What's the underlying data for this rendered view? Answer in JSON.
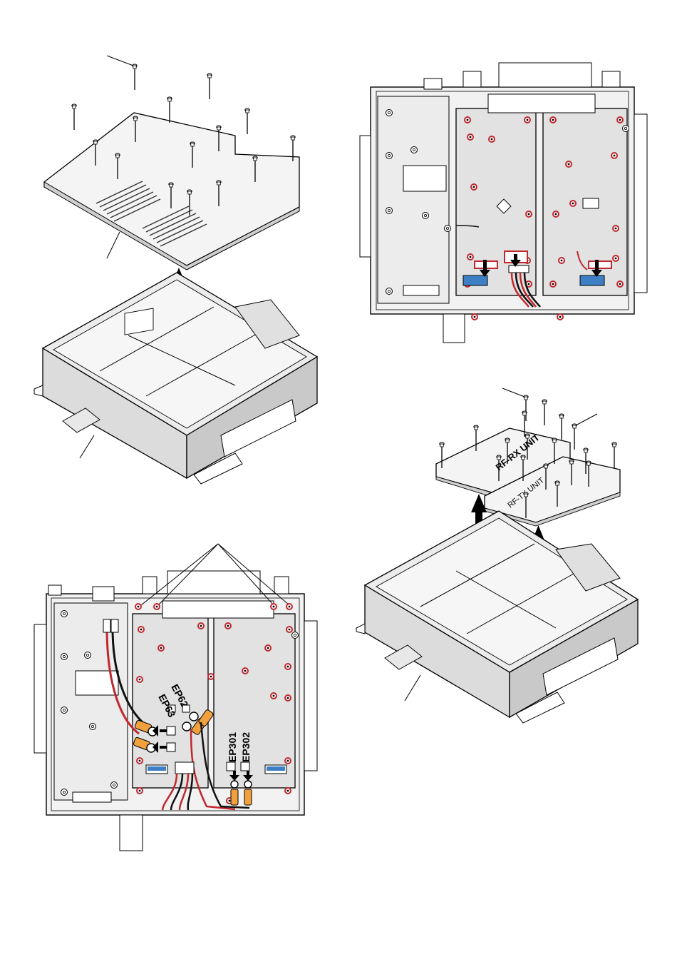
{
  "labels": {
    "ep62": "EP62",
    "ep63": "EP63",
    "ep301": "EP301",
    "ep302": "EP302",
    "rf_rx_unit": "RF-RX UNIT",
    "rf_tx_unit": "RF-TX UNIT"
  },
  "colors": {
    "line": "#000000",
    "panel": "#d8d8d8",
    "chassis": "#e8e8e8",
    "screw_ring": "#c0282d",
    "wire_red": "#c0282d",
    "wire_black": "#111111",
    "connector_blue": "#3d7fc4",
    "terminal_orange": "#f0a03c"
  },
  "icons": [
    "screw-icon",
    "lift-arrow-icon",
    "push-arrow-icon",
    "screw-hole-marker-icon"
  ]
}
